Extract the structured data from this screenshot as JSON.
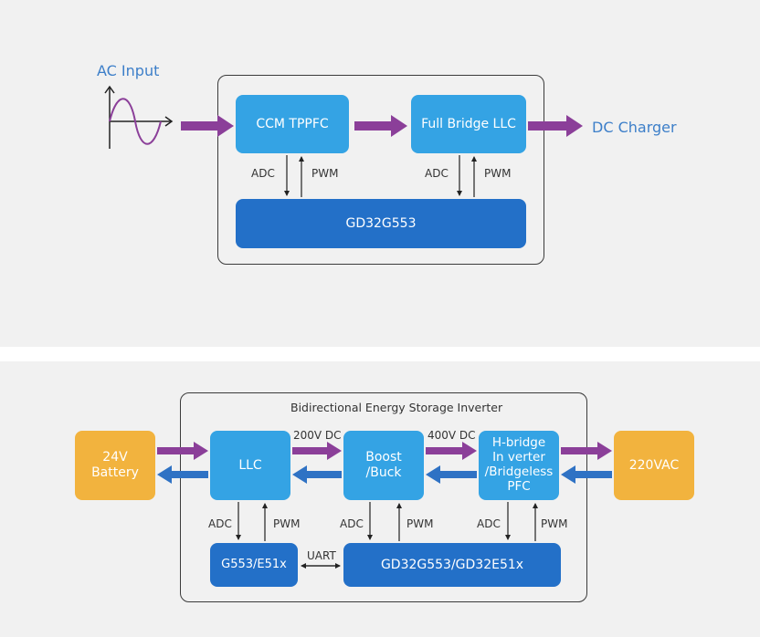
{
  "top": {
    "ac_input": "AC Input",
    "dc_charger": "DC Charger",
    "ccm_tppfc": "CCM TPPFC",
    "full_bridge_llc": "Full Bridge LLC",
    "mcu": "GD32G553",
    "adc_1": "ADC",
    "pwm_1": "PWM",
    "adc_2": "ADC",
    "pwm_2": "PWM"
  },
  "bottom": {
    "title": "Bidirectional Energy Storage Inverter",
    "battery": "24V\nBattery",
    "llc": "LLC",
    "boost_buck": "Boost\n/Buck",
    "hbridge": "H-bridge\nIn verter\n/Bridgeless\nPFC",
    "vac": "220VAC",
    "v200": "200V DC",
    "v400": "400V DC",
    "g553": "G553/E51x",
    "mcu": "GD32G553/GD32E51x",
    "uart": "UART",
    "adc_1": "ADC",
    "pwm_1": "PWM",
    "adc_2": "ADC",
    "pwm_2": "PWM",
    "adc_3": "ADC",
    "pwm_3": "PWM"
  },
  "colors": {
    "purple_arrow": "#8b3f99",
    "blue_arrow": "#2f72c4",
    "light_block": "#34a3e4",
    "dark_block": "#2370c8",
    "battery_block": "#f2b33e",
    "label_blue": "#3d7fc9"
  }
}
